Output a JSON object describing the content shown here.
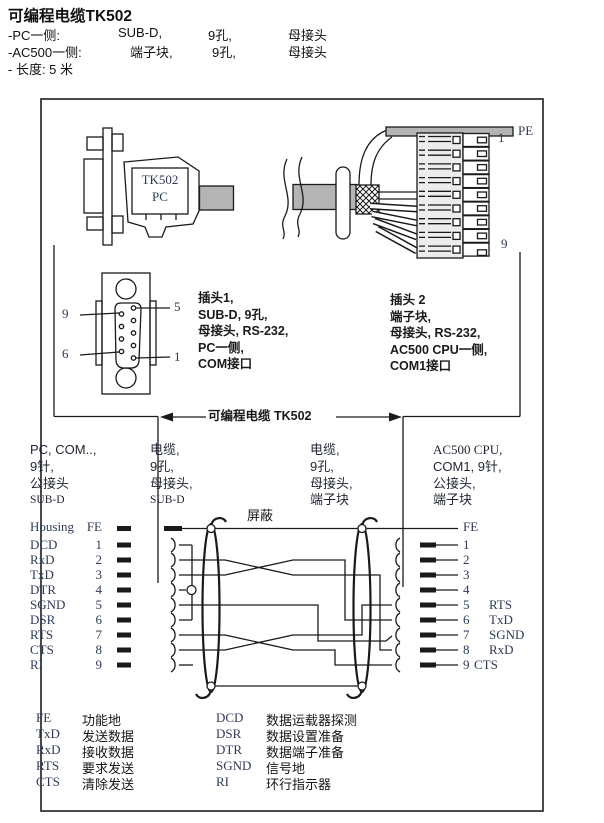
{
  "header": {
    "title": "可编程电缆TK502",
    "line1": {
      "label": "-PC一侧:",
      "a": "SUB-D,",
      "b": "9孔,",
      "c": "母接头"
    },
    "line2": {
      "label": "-AC500一侧:",
      "a": "端子块,",
      "b": "9孔,",
      "c": "母接头"
    },
    "line3": "- 长度: 5 米"
  },
  "top_diagram": {
    "plug_l1": "TK502",
    "plug_l2": "PC",
    "pe": "PE",
    "terminal_top": "1",
    "terminal_bottom": "9"
  },
  "mid": {
    "face_p9": "9",
    "face_p6": "6",
    "face_p5": "5",
    "face_p1": "1",
    "plug1": [
      "插头1,",
      "SUB-D, 9孔,",
      "母接头, RS-232,",
      "PC一侧,",
      "COM接口"
    ],
    "plug2": [
      "插头 2",
      "端子块,",
      "母接头, RS-232,",
      "AC500 CPU一侧,",
      "COM1接口"
    ],
    "cable_label": "可编程电缆 TK502"
  },
  "wiring": {
    "col1": [
      "PC, COM..,",
      "9针,",
      "公接头",
      "SUB-D"
    ],
    "col2": [
      "电缆,",
      "9孔,",
      "母接头,",
      "SUB-D"
    ],
    "col3": [
      "电缆,",
      "9孔,",
      "母接头,",
      "端子块"
    ],
    "col4": [
      "AC500 CPU,",
      "COM1, 9针,",
      "公接头,",
      "端子块"
    ],
    "shield": "屏蔽",
    "left": [
      {
        "n": "Housing",
        "p": "FE"
      },
      {
        "n": "DCD",
        "p": "1"
      },
      {
        "n": "RxD",
        "p": "2"
      },
      {
        "n": "TxD",
        "p": "3"
      },
      {
        "n": "DTR",
        "p": "4"
      },
      {
        "n": "SGND",
        "p": "5"
      },
      {
        "n": "DSR",
        "p": "6"
      },
      {
        "n": "RTS",
        "p": "7"
      },
      {
        "n": "CTS",
        "p": "8"
      },
      {
        "n": "RI",
        "p": "9"
      }
    ],
    "right": [
      {
        "p": "FE",
        "s": ""
      },
      {
        "p": "1",
        "s": ""
      },
      {
        "p": "2",
        "s": ""
      },
      {
        "p": "3",
        "s": ""
      },
      {
        "p": "4",
        "s": ""
      },
      {
        "p": "5",
        "s": "RTS"
      },
      {
        "p": "6",
        "s": "TxD"
      },
      {
        "p": "7",
        "s": "SGND"
      },
      {
        "p": "8",
        "s": "RxD"
      },
      {
        "p": "9",
        "s": "CTS"
      }
    ]
  },
  "legend": {
    "left": [
      {
        "k": "FE",
        "v": "功能地"
      },
      {
        "k": "TxD",
        "v": "发送数据"
      },
      {
        "k": "RxD",
        "v": "接收数据"
      },
      {
        "k": "RTS",
        "v": "要求发送"
      },
      {
        "k": "CTS",
        "v": "清除发送"
      }
    ],
    "right": [
      {
        "k": "DCD",
        "v": "数据运载器探测"
      },
      {
        "k": "DSR",
        "v": "数据设置准备"
      },
      {
        "k": "DTR",
        "v": "数据端子准备"
      },
      {
        "k": "SGND",
        "v": "信号地"
      },
      {
        "k": "RI",
        "v": "环行指示器"
      }
    ]
  },
  "colors": {
    "ink": "#1a1a1a",
    "blue_ink": "#2e3a55",
    "gray_fill": "#b4b4b4"
  }
}
